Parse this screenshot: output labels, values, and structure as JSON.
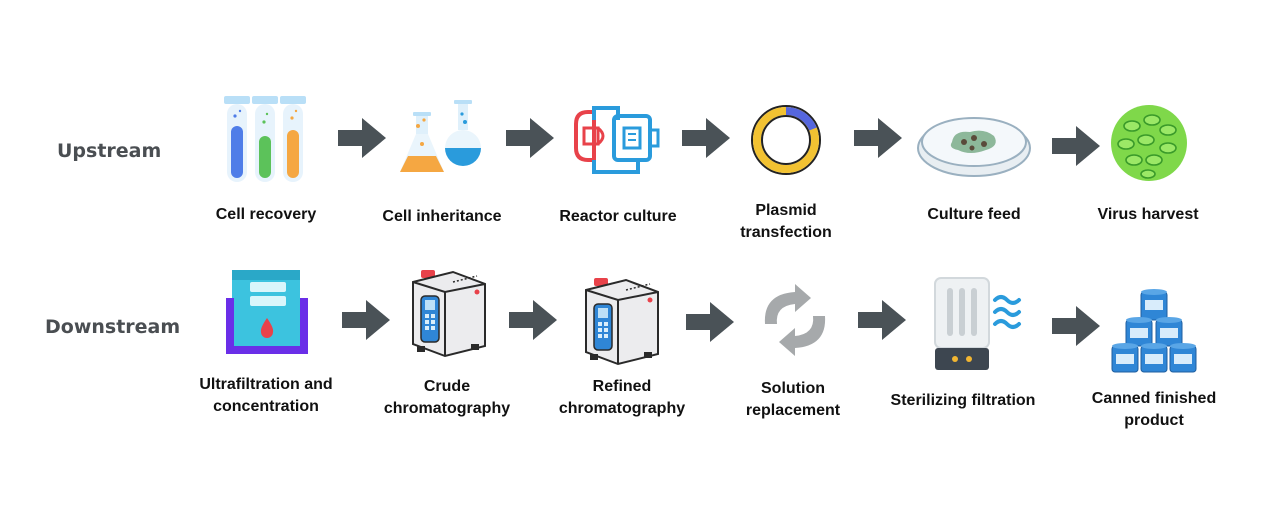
{
  "rows": {
    "upstream": {
      "label": "Upstream",
      "steps": [
        {
          "label_lines": [
            "Cell recovery"
          ],
          "icon": "test-tubes-icon"
        },
        {
          "label_lines": [
            "Cell inheritance"
          ],
          "icon": "flasks-icon"
        },
        {
          "label_lines": [
            "Reactor culture"
          ],
          "icon": "bioreactor-icon"
        },
        {
          "label_lines": [
            "Plasmid",
            "transfection"
          ],
          "icon": "plasmid-ring-icon"
        },
        {
          "label_lines": [
            "Culture feed"
          ],
          "icon": "petri-dish-icon"
        },
        {
          "label_lines": [
            "Virus harvest"
          ],
          "icon": "virus-cluster-icon"
        }
      ]
    },
    "downstream": {
      "label": "Downstream",
      "steps": [
        {
          "label_lines": [
            "Ultrafiltration and",
            "concentration"
          ],
          "icon": "ultrafiltration-icon"
        },
        {
          "label_lines": [
            "Crude",
            "chromatography"
          ],
          "icon": "chromatography-machine-icon"
        },
        {
          "label_lines": [
            "Refined",
            "chromatography"
          ],
          "icon": "chromatography-machine-icon"
        },
        {
          "label_lines": [
            "Solution",
            "replacement"
          ],
          "icon": "exchange-arrows-icon"
        },
        {
          "label_lines": [
            "Sterilizing filtration"
          ],
          "icon": "sterile-filter-icon"
        },
        {
          "label_lines": [
            "Canned finished",
            "product"
          ],
          "icon": "stacked-cans-icon"
        }
      ]
    }
  },
  "colors": {
    "row_label": "#4a4e52",
    "arrow": "#4a5257",
    "tube_blue": "#4f7de8",
    "tube_green": "#5cc25a",
    "tube_orange": "#f5a742",
    "accent_red": "#e8424a",
    "accent_blue": "#2a9bdc",
    "plasmid_yellow": "#f2c232",
    "plasmid_blue": "#5566dd",
    "virus_green": "#7fd84a",
    "filter_purple": "#6a2ee8",
    "filter_cyan": "#3cc3df",
    "can_blue": "#2f86d6"
  }
}
